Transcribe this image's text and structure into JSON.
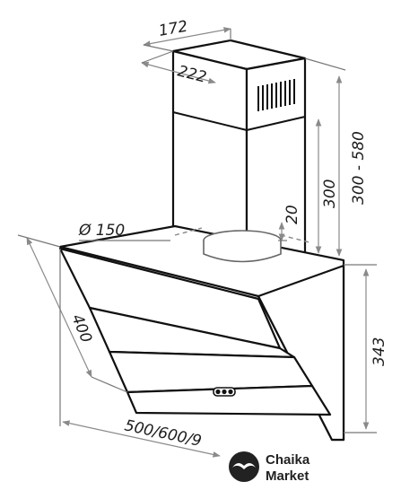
{
  "dimensions": {
    "duct_depth": "172",
    "duct_width": "222",
    "chimney_height_range": "300 - 580",
    "chimney_inner_height": "300",
    "outlet_offset": "20",
    "outlet_diameter": "Ø 150",
    "glass_depth": "400",
    "body_height": "343",
    "width_options": "500/600/9"
  },
  "brand": {
    "line1": "Chaika",
    "line2": "Market"
  }
}
